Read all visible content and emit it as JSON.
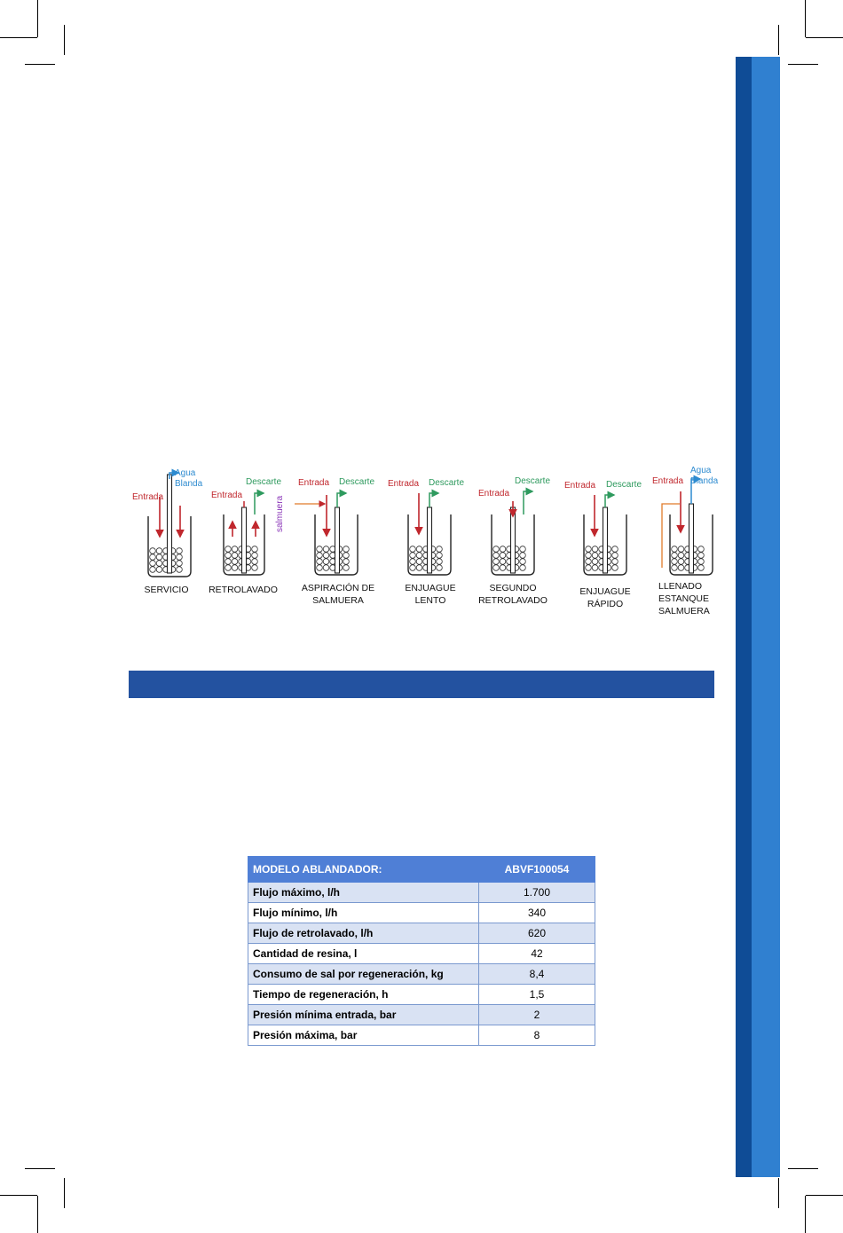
{
  "diagram": {
    "stages": [
      {
        "name": "SERVICIO",
        "in": "Entrada",
        "out": "Agua\nBlanda"
      },
      {
        "name": "RETROLAVADO",
        "in": "Entrada",
        "out": "Descarte"
      },
      {
        "name": "ASPIRACIÓN DE\nSALMUERA",
        "in": "Entrada",
        "out": "Descarte",
        "extra": "salmuera"
      },
      {
        "name": "ENJUAGUE\nLENTO",
        "in": "Entrada",
        "out": "Descarte"
      },
      {
        "name": "SEGUNDO\nRETROLAVADO",
        "in": "Entrada",
        "out": "Descarte"
      },
      {
        "name": "ENJUAGUE\nRÁPIDO",
        "in": "Entrada",
        "out": "Descarte"
      },
      {
        "name": "LLENADO\nESTANQUE\nSALMUERA",
        "in": "Entrada",
        "out": "Agua\nBlanda"
      }
    ]
  },
  "table": {
    "header": {
      "param": "MODELO ABLANDADOR:",
      "value": "ABVF100054"
    },
    "rows": [
      {
        "param": "Flujo máximo, l/h",
        "value": "1.700"
      },
      {
        "param": "Flujo mínimo, l/h",
        "value": "340"
      },
      {
        "param": "Flujo de retrolavado, l/h",
        "value": "620"
      },
      {
        "param": "Cantidad de resina, l",
        "value": "42"
      },
      {
        "param": "Consumo de sal por regeneración, kg",
        "value": "8,4"
      },
      {
        "param": "Tiempo de regeneración, h",
        "value": "1,5"
      },
      {
        "param": "Presión mínima entrada, bar",
        "value": "2"
      },
      {
        "param": "Presión máxima, bar",
        "value": "8"
      }
    ]
  },
  "colors": {
    "red": "#c0272d",
    "green": "#2e9a5e",
    "blue": "#2d8bd0",
    "purple": "#8a35b8",
    "bar": "#2352a0"
  }
}
